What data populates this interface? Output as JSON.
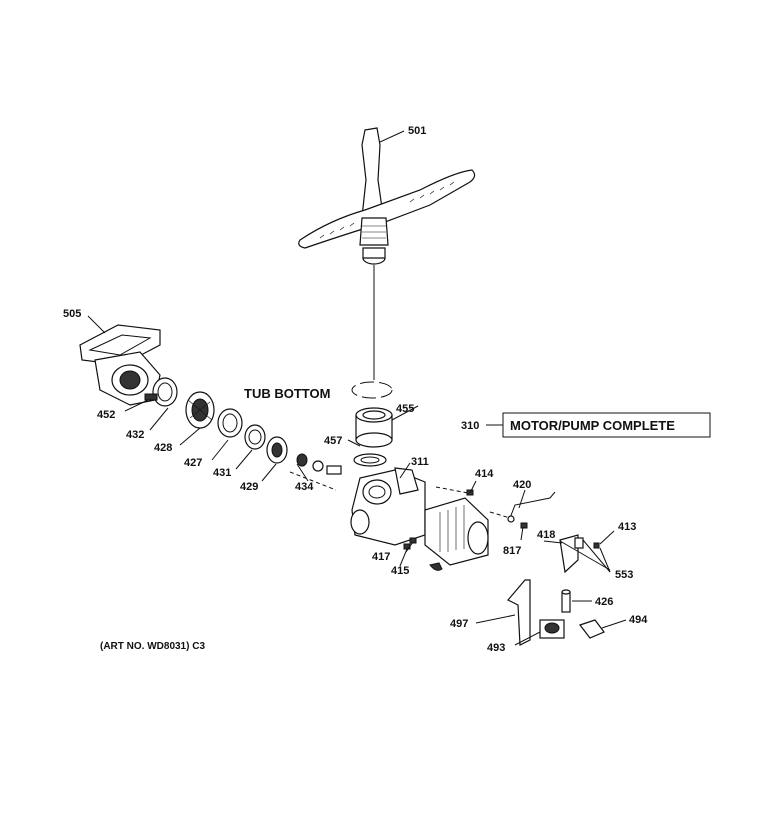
{
  "labels": {
    "p501": "501",
    "p505": "505",
    "p452": "452",
    "p432": "432",
    "p428": "428",
    "p427": "427",
    "p431": "431",
    "p429": "429",
    "p434": "434",
    "p455": "455",
    "p457": "457",
    "p311": "311",
    "p310": "310",
    "p414": "414",
    "p420": "420",
    "p418": "418",
    "p413": "413",
    "p553": "553",
    "p817": "817",
    "p417": "417",
    "p415": "415",
    "p426": "426",
    "p497": "497",
    "p494": "494",
    "p493": "493"
  },
  "captions": {
    "tub_bottom": "TUB BOTTOM",
    "motor_pump_complete": "MOTOR/PUMP COMPLETE",
    "art_number": "(ART NO. WD8031) C3"
  }
}
